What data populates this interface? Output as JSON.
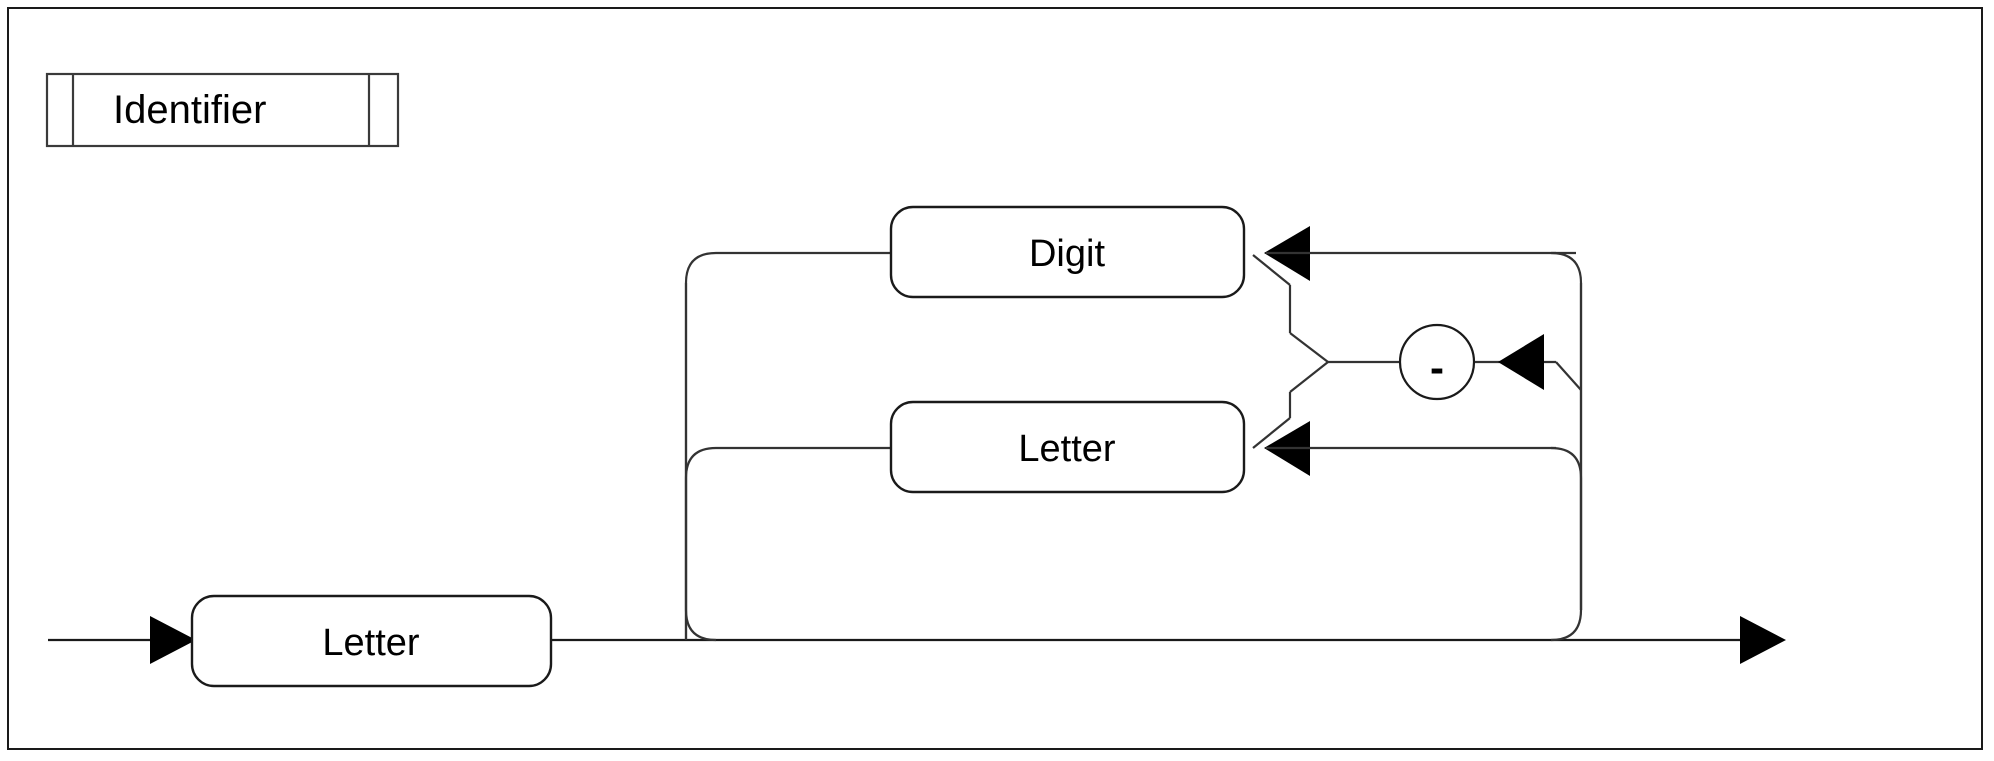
{
  "diagram": {
    "kind": "railroad-syntax-diagram",
    "title": "Identifier",
    "frame": {
      "border_color": "#1a1a1a",
      "background": "#ffffff"
    },
    "title_box": {
      "label": "Identifier",
      "style": "rectangle-with-double-end-bars"
    },
    "nodes": [
      {
        "id": "digit-top",
        "label": "Digit",
        "shape": "rounded-rect",
        "row": "top"
      },
      {
        "id": "dash-circle",
        "label": "-",
        "shape": "circle",
        "row": "middle"
      },
      {
        "id": "letter-mid",
        "label": "Letter",
        "shape": "rounded-rect",
        "row": "middle-low"
      },
      {
        "id": "letter-start",
        "label": "Letter",
        "shape": "rounded-rect",
        "row": "main"
      }
    ],
    "arrows": {
      "entry": "arrow-right",
      "exit": "arrow-right",
      "loop_digit": "arrow-left",
      "loop_letter": "arrow-left",
      "loop_dash": "arrow-left"
    },
    "colors": {
      "stroke": "#1a1a1a",
      "fill": "#ffffff",
      "text": "#000000"
    }
  }
}
